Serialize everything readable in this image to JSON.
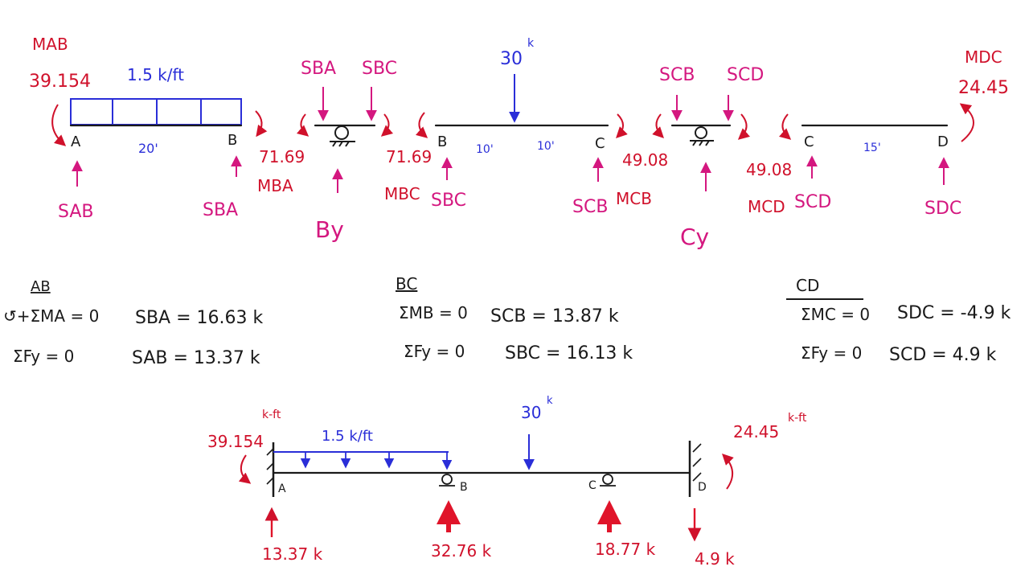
{
  "colors": {
    "moment": "#d0112b",
    "shear": "#d4177f",
    "load": "#2a2ed8",
    "beam": "#1a1a1a",
    "reaction": "#e0142a"
  },
  "free_body": {
    "AB": {
      "end_moment_label": "MAB",
      "end_moment_value": "39.154",
      "load": "1.5 k/ft",
      "node_a": "A",
      "node_b": "B",
      "span": "20'",
      "end_moment_b": "71.69",
      "end_moment_b_label": "MBA",
      "shear_a": "SAB",
      "shear_b": "SBA"
    },
    "support_B": {
      "shear_left": "SBA",
      "shear_right": "SBC",
      "reaction": "By"
    },
    "BC": {
      "point_load": "30",
      "point_load_unit": "k",
      "moment_b": "71.69",
      "moment_b_label": "MBC",
      "node_b": "B",
      "node_c": "C",
      "seg1": "10'",
      "seg2": "10'",
      "moment_c": "49.08",
      "moment_c_label": "MCB",
      "shear_b": "SBC",
      "shear_c": "SCB"
    },
    "support_C": {
      "shear_left": "SCB",
      "shear_right": "SCD",
      "reaction": "Cy"
    },
    "CD": {
      "moment_c": "49.08",
      "moment_c_label": "MCD",
      "node_c": "C",
      "node_d": "D",
      "span": "15'",
      "end_moment_label": "MDC",
      "end_moment_value": "24.45",
      "shear_c": "SCD",
      "shear_d": "SDC"
    }
  },
  "equations": {
    "AB": {
      "title": "AB",
      "eq1": "↺+ΣMA = 0",
      "eq2": "ΣFy = 0",
      "res1": "SBA = 16.63 k",
      "res2": "SAB = 13.37 k"
    },
    "BC": {
      "title": "BC",
      "eq1": "ΣMB = 0",
      "eq2": "ΣFy = 0",
      "res1": "SCB = 13.87 k",
      "res2": "SBC = 16.13 k"
    },
    "CD": {
      "title": "CD",
      "eq1": "ΣMC = 0",
      "eq2": "ΣFy = 0",
      "res1": "SDC = -4.9 k",
      "res2": "SCD = 4.9 k"
    }
  },
  "final_beam": {
    "moment_a": "39.154",
    "moment_a_unit": "k-ft",
    "load": "1.5 k/ft",
    "point_load": "30",
    "point_load_unit": "k",
    "moment_d": "24.45",
    "moment_d_unit": "k-ft",
    "node_a": "A",
    "node_b": "B",
    "node_c": "C",
    "node_d": "D",
    "reaction_a": "13.37 k",
    "reaction_b": "32.76 k",
    "reaction_c": "18.77 k",
    "reaction_d": "4.9 k"
  }
}
